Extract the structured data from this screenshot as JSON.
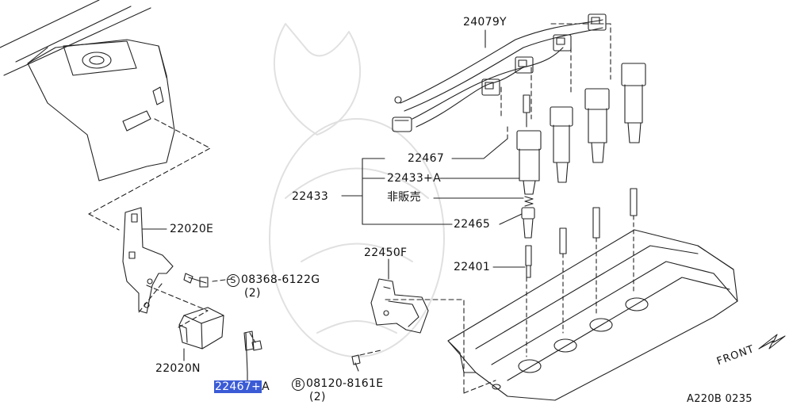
{
  "labels": {
    "harness": "24079Y",
    "coil": "22467",
    "boot": "22433+A",
    "assy": "22433",
    "not_sold": "非販売",
    "spring": "22465",
    "plug": "22401",
    "bracket_e": "22020E",
    "bolt_s_num": "08368-6122G",
    "bolt_s_sym": "S",
    "bolt_s_qty": "(2)",
    "bracket_f": "22450F",
    "sensor": "22020N",
    "highlight": "22467+",
    "highlight_suffix": "A",
    "bolt_b_sym": "B",
    "bolt_b_num": "08120-8161E",
    "bolt_b_qty": "(2)",
    "front": "FRONT",
    "diagram_id": "A220B 0235"
  },
  "colors": {
    "line": "#222222",
    "highlight_bg": "#3b5bd6",
    "highlight_text": "#ffffff",
    "watermark": "#cfcfcf"
  },
  "icons": [
    "front-arrow-icon",
    "circle-s-icon",
    "circle-b-icon"
  ]
}
